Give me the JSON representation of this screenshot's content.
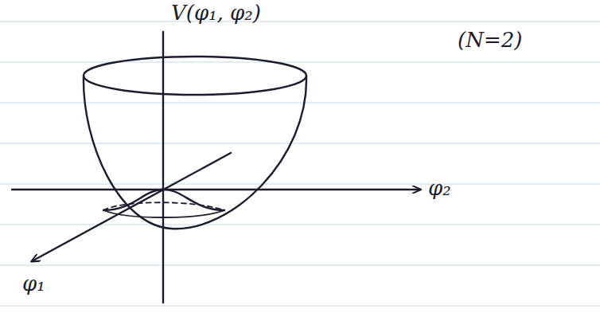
{
  "diagram": {
    "labels": [
      "V(φ₁, φ₂)",
      "(N=2)",
      "φ₂",
      "φ₁"
    ]
  }
}
